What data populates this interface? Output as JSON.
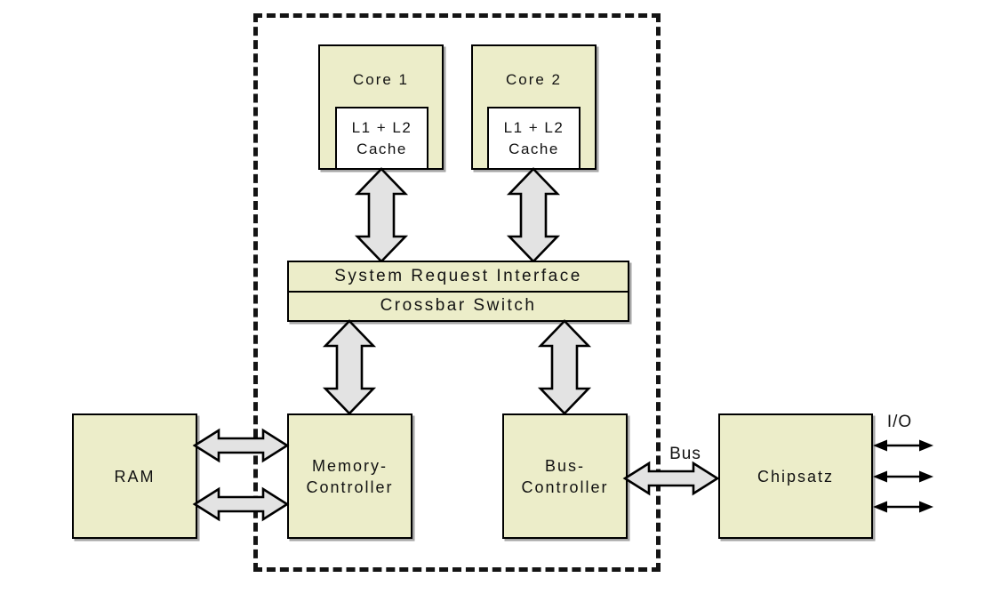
{
  "diagram_subject": "dual-core-cpu-architecture",
  "colors": {
    "box_fill": "#ecedc9",
    "cache_fill": "#ffffff",
    "arrow_fill": "#e3e3e3",
    "outline": "#000000",
    "io_arrow": "#000000"
  },
  "nodes": {
    "core1": {
      "label": "Core 1"
    },
    "core2": {
      "label": "Core 2"
    },
    "cache1": {
      "line1": "L1 + L2",
      "line2": "Cache"
    },
    "cache2": {
      "line1": "L1 + L2",
      "line2": "Cache"
    },
    "sri": {
      "label": "System Request Interface"
    },
    "crossbar": {
      "label": "Crossbar Switch"
    },
    "ram": {
      "label": "RAM"
    },
    "memory_controller": {
      "line1": "Memory-",
      "line2": "Controller"
    },
    "bus_controller": {
      "line1": "Bus-",
      "line2": "Controller"
    },
    "chipset": {
      "label": "Chipsatz"
    }
  },
  "labels": {
    "bus": "Bus",
    "io": "I/O"
  }
}
